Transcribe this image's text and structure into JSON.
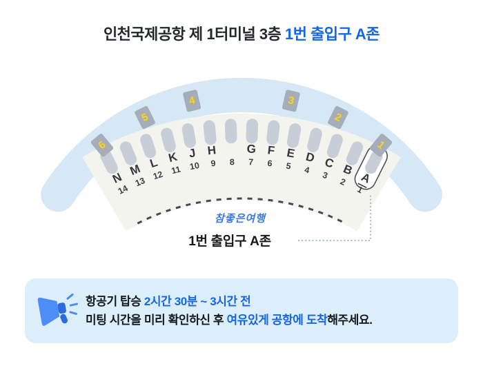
{
  "title": {
    "prefix": "인천국제공항 제 1터미널 3층 ",
    "highlight": "1번 출입구 A존"
  },
  "diagram": {
    "brand": "참좋은여행",
    "zone_label": "1번 출입구 A존",
    "counter_letters": [
      {
        "label": "N",
        "slot": 14
      },
      {
        "label": "M",
        "slot": 13
      },
      {
        "label": "L",
        "slot": 12
      },
      {
        "label": "K",
        "slot": 11
      },
      {
        "label": "J",
        "slot": 10
      },
      {
        "label": "H",
        "slot": 9
      },
      {
        "label": "G",
        "slot": 7
      },
      {
        "label": "F",
        "slot": 6
      },
      {
        "label": "E",
        "slot": 5
      },
      {
        "label": "D",
        "slot": 4
      },
      {
        "label": "C",
        "slot": 3
      },
      {
        "label": "B",
        "slot": 2
      },
      {
        "label": "A",
        "slot": 1,
        "highlighted": true
      }
    ],
    "unlabeled_counter_slots": [
      8
    ],
    "door_numbers": [
      "14",
      "13",
      "12",
      "11",
      "10",
      "9",
      "8",
      "7",
      "6",
      "5",
      "4",
      "3",
      "2",
      "1"
    ],
    "gate_tags": [
      "6",
      "5",
      "4",
      "3",
      "2",
      "1"
    ]
  },
  "notice": {
    "line1_prefix": "항공기 탑승 ",
    "line1_highlight": "2시간 30분 ~ 3시간 전",
    "line2_prefix": "미팅 시간을 미리 확인하신 후 ",
    "line2_highlight": "여유있게 공항에 도착",
    "line2_suffix": "해주세요."
  },
  "colors": {
    "accent": "#1565EC",
    "title-text": "#23272E",
    "arc-fill": "#D6E8F5",
    "band-fill": "#F4F4EF",
    "pill-fill": "#C8CED8",
    "letter-color": "#33373D",
    "number-color": "#3A3F46",
    "dash-color": "#454A52",
    "tag-fill": "#A6ADB8",
    "tag-text": "#FFD608",
    "bracket-stroke": "#4A4F55",
    "connector": "#8FAECB",
    "brand-color": "#3B79E8",
    "notice-bg": "#DCEEF9",
    "notice-text": "#15181D",
    "megaphone-main": "#4C8DF8",
    "megaphone-dark": "#2E6ADB"
  }
}
